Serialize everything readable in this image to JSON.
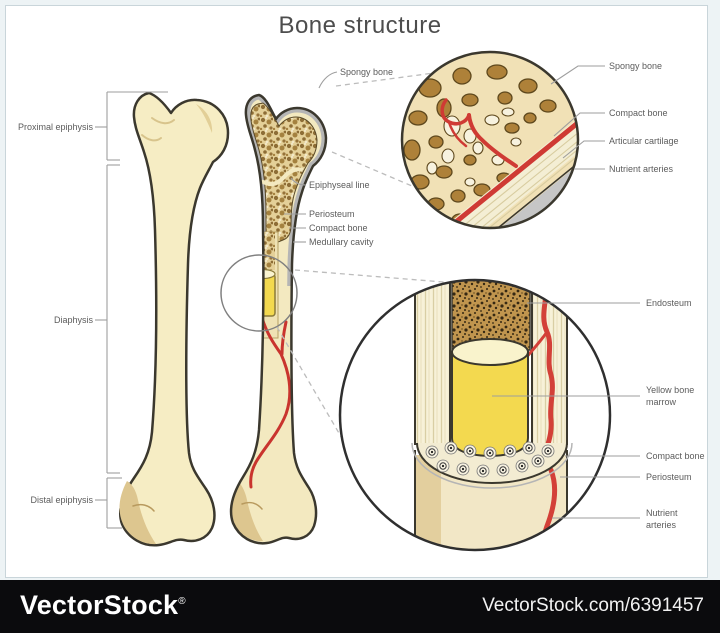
{
  "title": "Bone structure",
  "left_bone": {
    "proximal": "Proximal epiphysis",
    "diaphysis": "Diaphysis",
    "distal": "Distal epiphysis"
  },
  "sectioned_bone": {
    "spongy": "Spongy bone",
    "epiphyseal_line": "Epiphyseal line",
    "periosteum": "Periosteum",
    "compact": "Compact bone",
    "medullary": "Medullary cavity"
  },
  "epiphysis_inset": {
    "spongy": "Spongy bone",
    "compact": "Compact bone",
    "articular": "Articular cartilage",
    "nutrient": "Nutrient arteries"
  },
  "shaft_inset": {
    "endosteum": "Endosteum",
    "yellow_line1": "Yellow bone",
    "yellow_line2": "marrow",
    "compact": "Compact bone",
    "periosteum": "Periosteum",
    "nutrient_line1": "Nutrient",
    "nutrient_line2": "arteries"
  },
  "watermark": {
    "brand": "VectorStock",
    "registered": "®",
    "ref": "VectorStock.com/6391457"
  },
  "colors": {
    "bone_fill": "#f6edc4",
    "bone_outline": "#3b382e",
    "artery_red": "#cf3a34",
    "marrow_yellow": "#f3d94f",
    "periosteum_gray": "#b5b5b5",
    "label_gray": "#5c5c5c",
    "bar_bg": "#0b0b0d"
  }
}
